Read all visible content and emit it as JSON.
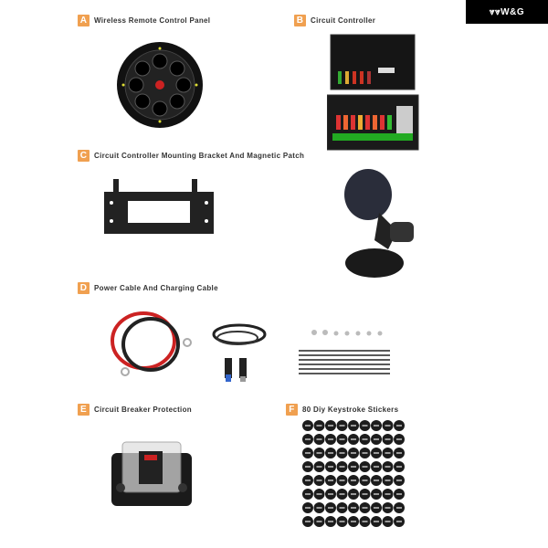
{
  "brand": {
    "logo": "W&G",
    "mark": "wing-logo"
  },
  "sections": [
    {
      "letter": "A",
      "title": "Wireless Remote Control Panel"
    },
    {
      "letter": "B",
      "title": "Circuit Controller"
    },
    {
      "letter": "C",
      "title": "Circuit Controller Mounting Bracket And Magnetic Patch"
    },
    {
      "letter": "D",
      "title": "Power Cable And Charging Cable"
    },
    {
      "letter": "E",
      "title": "Circuit Breaker Protection"
    },
    {
      "letter": "F",
      "title": "80 Diy Keystroke Stickers"
    }
  ],
  "colors": {
    "accent": "#f0a050",
    "brand_bg": "#000000"
  }
}
